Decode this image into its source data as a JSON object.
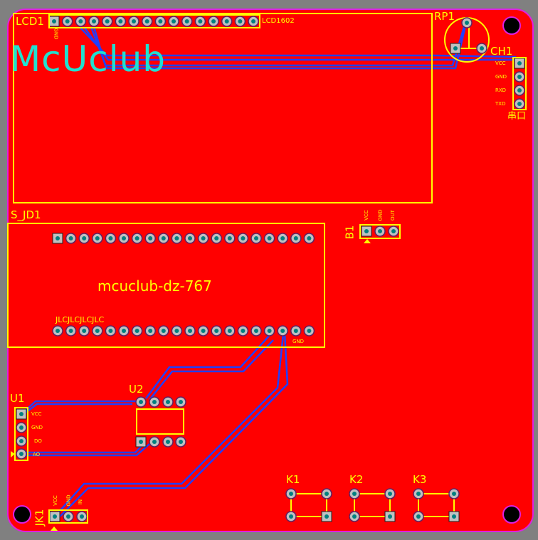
{
  "board": {
    "logo_text": "McUclub",
    "colors": {
      "copper": "#ff0000",
      "outline": "#e020e0",
      "silk": "#ffff00",
      "trace": "#1f3fff",
      "logo": "#20e0d0"
    }
  },
  "components": {
    "lcd1": {
      "designator": "LCD1",
      "value": "LCD1602",
      "pin1_label": "GND"
    },
    "rp1": {
      "designator": "RP1"
    },
    "ch1": {
      "designator": "CH1",
      "name": "串口",
      "pins": [
        "VCC",
        "GND",
        "RXD",
        "TXD"
      ]
    },
    "s_jd1": {
      "designator": "S_JD1",
      "title": "mcuclub-dz-767",
      "note": "JLCJLCJLCJLC",
      "bottom_right_labels": [
        "GND"
      ]
    },
    "b1": {
      "designator": "B1",
      "pins": [
        "VCC",
        "GND",
        "OUT"
      ]
    },
    "u1": {
      "designator": "U1",
      "pins": [
        "VCC",
        "GND",
        "DO",
        "AO"
      ]
    },
    "u2": {
      "designator": "U2"
    },
    "jk1": {
      "designator": "JK1",
      "pins": [
        "VCC",
        "GND",
        "IN"
      ]
    },
    "k1": {
      "designator": "K1"
    },
    "k2": {
      "designator": "K2"
    },
    "k3": {
      "designator": "K3"
    }
  }
}
